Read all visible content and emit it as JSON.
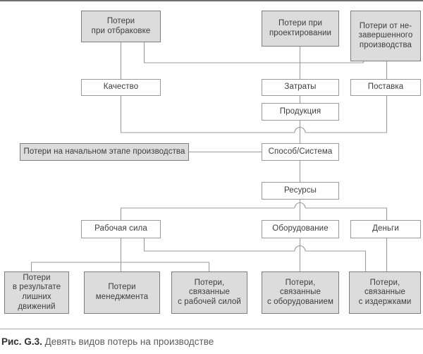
{
  "figure": {
    "caption_label": "Рис. G.3.",
    "caption_text": " Девять видов потерь на производстве",
    "colors": {
      "shaded_fill": "#dcdcdc",
      "plain_fill": "#ffffff",
      "border": "#8a8a8a",
      "line": "#9b9b9b",
      "text": "#3d3d3d"
    }
  },
  "nodes": {
    "loss_rejects": "Потери\nпри отбраковке",
    "loss_design": "Потери при\nпроектировании",
    "loss_wip": "Потери от не-\nзавершенного\nпроизводства",
    "quality": "Качество",
    "cost": "Затраты",
    "delivery": "Поставка",
    "product": "Продукция",
    "loss_initial_stage": "Потери на начальном этапе производства",
    "method_system": "Способ/Система",
    "resources": "Ресурсы",
    "workforce": "Рабочая сила",
    "equipment": "Оборудование",
    "money": "Деньги",
    "loss_motion": "Потери\nв результате\nлишних\nдвижений",
    "loss_management": "Потери\nменеджмента",
    "loss_workforce": "Потери,\nсвязанные\nс рабочей силой",
    "loss_equipment": "Потери,\nсвязанные\nс оборудованием",
    "loss_costs": "Потери,\nсвязанные\nс издержками"
  }
}
